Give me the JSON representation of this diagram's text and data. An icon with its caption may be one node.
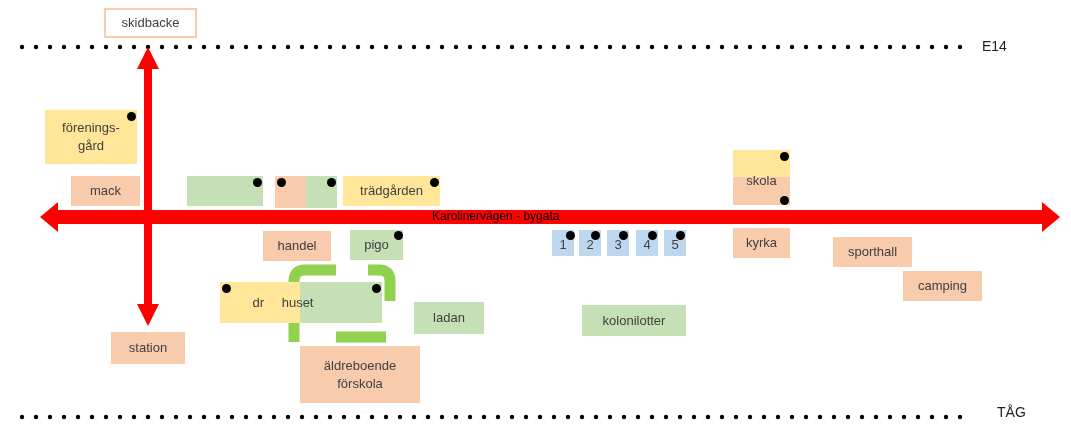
{
  "diagram": {
    "nodes": [
      {
        "text": [
          "skidbacke"
        ]
      },
      {
        "text": [
          "förenings- gård"
        ]
      },
      {
        "text": [
          "mack"
        ]
      },
      {
        "text": [],
        "shape": "box"
      },
      {
        "text": [],
        "shape": "box"
      },
      {
        "text": [
          "trädgården"
        ]
      },
      {
        "text": [
          "skola"
        ]
      },
      {
        "text": [
          "handel"
        ]
      },
      {
        "text": [
          "pigo"
        ]
      },
      {
        "text": [
          "1"
        ]
      },
      {
        "text": [
          "2"
        ]
      },
      {
        "text": [
          "3"
        ]
      },
      {
        "text": [
          "4"
        ]
      },
      {
        "text": [
          "5"
        ]
      },
      {
        "text": [
          "kyrka"
        ]
      },
      {
        "text": [
          "sporthall"
        ]
      },
      {
        "text": [
          "camping"
        ]
      },
      {
        "text": [
          "dr huset"
        ]
      },
      {
        "text": [
          "ladan"
        ]
      },
      {
        "text": [
          "station"
        ]
      },
      {
        "text": [
          "kolonilotter"
        ]
      },
      {
        "text": [
          "äldreboende förskola"
        ]
      }
    ],
    "labels": [
      "E14",
      "Karolinervägen - bygata",
      "TÅG"
    ]
  }
}
